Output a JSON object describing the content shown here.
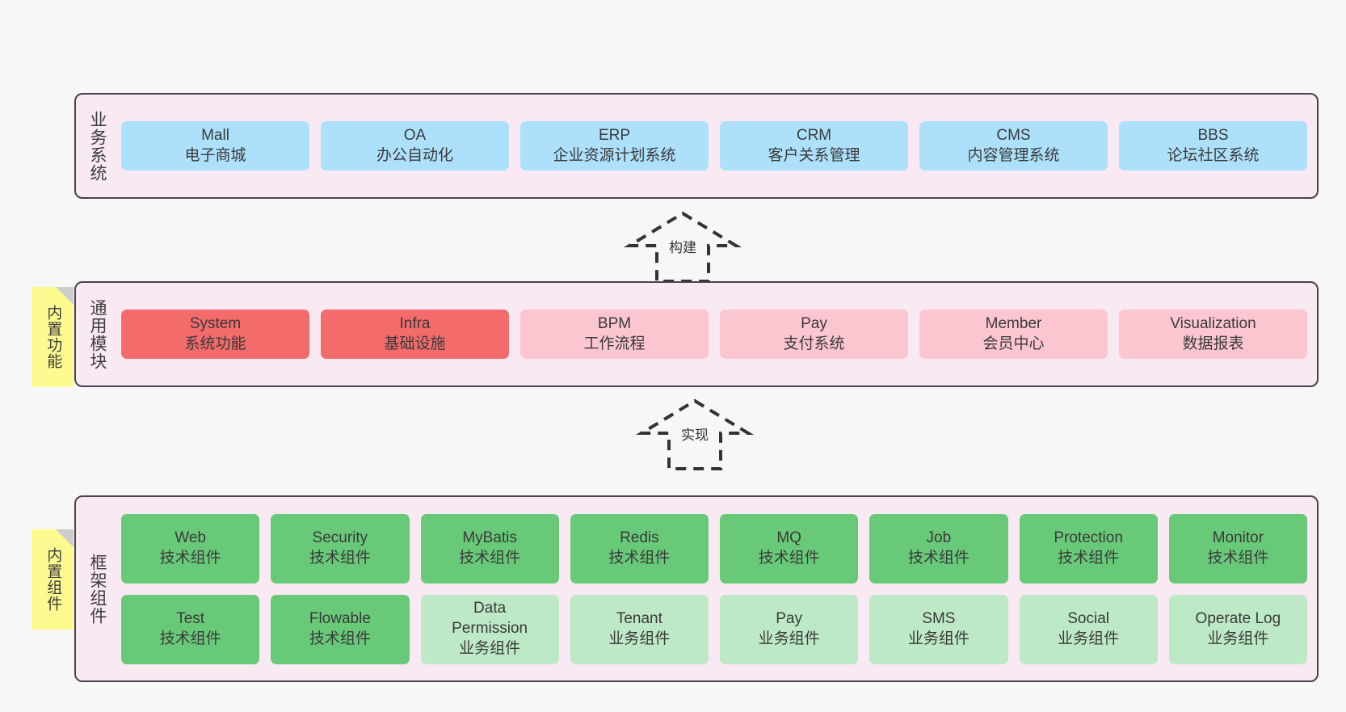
{
  "diagram": {
    "background": "#f7f7f7",
    "layer_fill": "#f8e9f3",
    "layer_border": "#4a4050",
    "sticky_fill": "#fdfa8f"
  },
  "layers": [
    {
      "id": "business-systems",
      "title": "业务系统",
      "sticky": null,
      "rows": [
        {
          "cells": [
            {
              "en": "Mall",
              "cn": "电子商城",
              "color": "#ade1fb",
              "variant": "c-blue"
            },
            {
              "en": "OA",
              "cn": "办公自动化",
              "color": "#ade1fb",
              "variant": "c-blue"
            },
            {
              "en": "ERP",
              "cn": "企业资源计划系统",
              "color": "#ade1fb",
              "variant": "c-blue"
            },
            {
              "en": "CRM",
              "cn": "客户关系管理",
              "color": "#ade1fb",
              "variant": "c-blue"
            },
            {
              "en": "CMS",
              "cn": "内容管理系统",
              "color": "#ade1fb",
              "variant": "c-blue"
            },
            {
              "en": "BBS",
              "cn": "论坛社区系统",
              "color": "#ade1fb",
              "variant": "c-blue"
            }
          ]
        }
      ]
    },
    {
      "id": "common-modules",
      "title": "通用模块",
      "sticky": "内置功能",
      "rows": [
        {
          "cells": [
            {
              "en": "System",
              "cn": "系统功能",
              "color": "#f36b6b",
              "variant": "c-red"
            },
            {
              "en": "Infra",
              "cn": "基础设施",
              "color": "#f36b6b",
              "variant": "c-red"
            },
            {
              "en": "BPM",
              "cn": "工作流程",
              "color": "#fcc6d1",
              "variant": "c-pink"
            },
            {
              "en": "Pay",
              "cn": "支付系统",
              "color": "#fcc6d1",
              "variant": "c-pink"
            },
            {
              "en": "Member",
              "cn": "会员中心",
              "color": "#fcc6d1",
              "variant": "c-pink"
            },
            {
              "en": "Visualization",
              "cn": "数据报表",
              "color": "#fcc6d1",
              "variant": "c-pink"
            }
          ]
        }
      ]
    },
    {
      "id": "framework-components",
      "title": "框架组件",
      "sticky": "内置组件",
      "rows": [
        {
          "cells": [
            {
              "en": "Web",
              "cn": "技术组件",
              "color": "#68ca79",
              "variant": "c-green"
            },
            {
              "en": "Security",
              "cn": "技术组件",
              "color": "#68ca79",
              "variant": "c-green"
            },
            {
              "en": "MyBatis",
              "cn": "技术组件",
              "color": "#68ca79",
              "variant": "c-green"
            },
            {
              "en": "Redis",
              "cn": "技术组件",
              "color": "#68ca79",
              "variant": "c-green"
            },
            {
              "en": "MQ",
              "cn": "技术组件",
              "color": "#68ca79",
              "variant": "c-green"
            },
            {
              "en": "Job",
              "cn": "技术组件",
              "color": "#68ca79",
              "variant": "c-green"
            },
            {
              "en": "Protection",
              "cn": "技术组件",
              "color": "#68ca79",
              "variant": "c-green"
            },
            {
              "en": "Monitor",
              "cn": "技术组件",
              "color": "#68ca79",
              "variant": "c-green"
            }
          ]
        },
        {
          "cells": [
            {
              "en": "Test",
              "cn": "技术组件",
              "color": "#68ca79",
              "variant": "c-green"
            },
            {
              "en": "Flowable",
              "cn": "技术组件",
              "color": "#68ca79",
              "variant": "c-green"
            },
            {
              "en": "Data Permission",
              "cn": "业务组件",
              "color": "#bee9c6",
              "variant": "c-green-light",
              "wrap": true
            },
            {
              "en": "Tenant",
              "cn": "业务组件",
              "color": "#bee9c6",
              "variant": "c-green-light"
            },
            {
              "en": "Pay",
              "cn": "业务组件",
              "color": "#bee9c6",
              "variant": "c-green-light"
            },
            {
              "en": "SMS",
              "cn": "业务组件",
              "color": "#bee9c6",
              "variant": "c-green-light"
            },
            {
              "en": "Social",
              "cn": "业务组件",
              "color": "#bee9c6",
              "variant": "c-green-light"
            },
            {
              "en": "Operate Log",
              "cn": "业务组件",
              "color": "#bee9c6",
              "variant": "c-green-light"
            }
          ]
        }
      ]
    }
  ],
  "arrows": [
    {
      "id": "build-arrow",
      "label": "构建"
    },
    {
      "id": "implement-arrow",
      "label": "实现"
    }
  ]
}
